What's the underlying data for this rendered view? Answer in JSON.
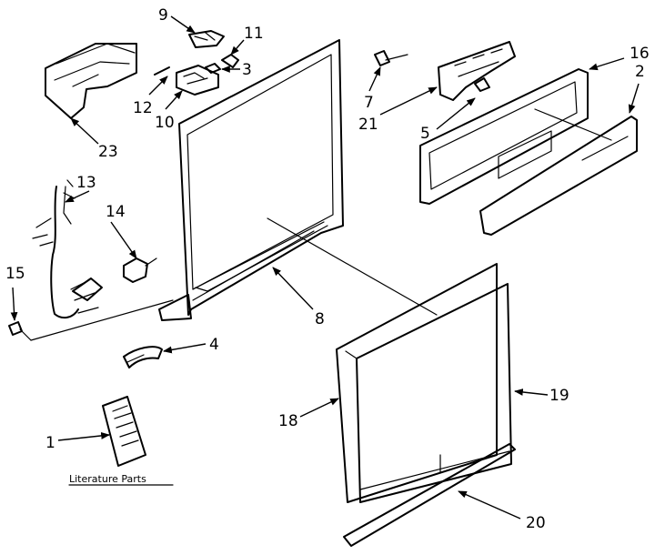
{
  "callouts": {
    "c1": "1",
    "c2": "2",
    "c3": "3",
    "c4": "4",
    "c5": "5",
    "c7": "7",
    "c8": "8",
    "c9": "9",
    "c10": "10",
    "c11": "11",
    "c12": "12",
    "c13": "13",
    "c14": "14",
    "c15": "15",
    "c16": "16",
    "c18": "18",
    "c19": "19",
    "c20": "20",
    "c21": "21",
    "c23": "23"
  },
  "caption": "Literature Parts"
}
